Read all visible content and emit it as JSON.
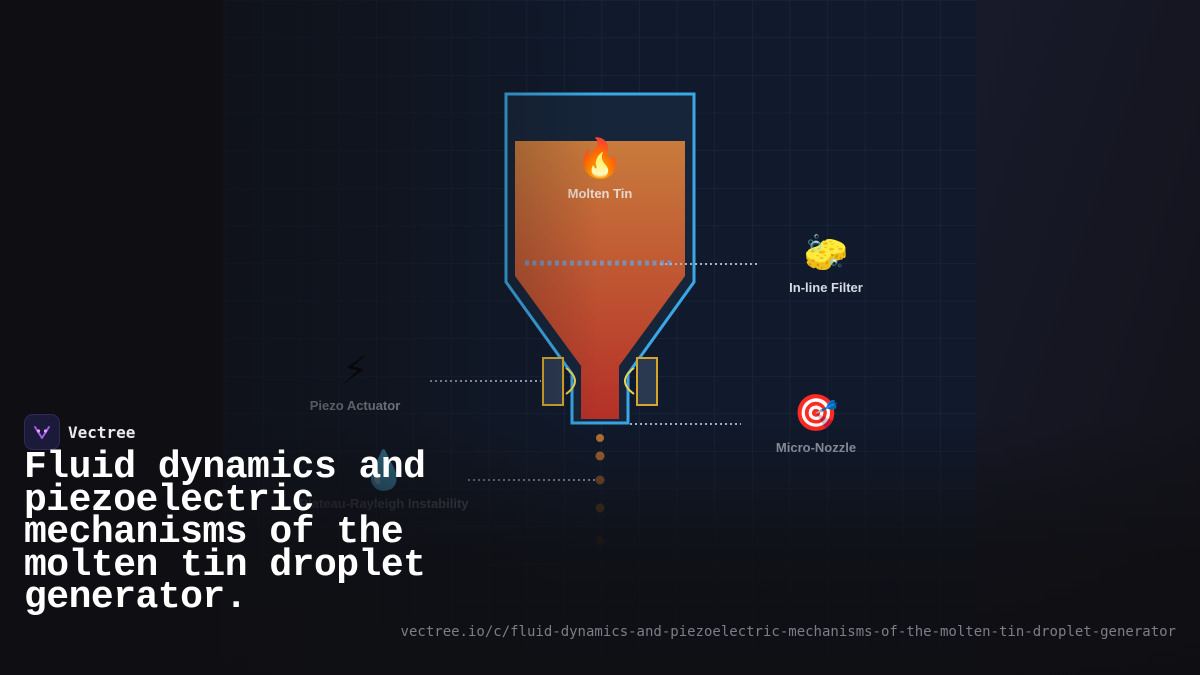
{
  "brand": {
    "name": "Vectree",
    "logo_icon": "vectree-logo-icon"
  },
  "headline": "Fluid dynamics and piezoelectric mechanisms of the molten tin droplet generator.",
  "url": "vectree.io/c/fluid-dynamics-and-piezoelectric-mechanisms-of-the-molten-tin-droplet-generator",
  "diagram": {
    "labels": {
      "molten_tin": "Molten Tin",
      "filter": "In-line Filter",
      "piezo": "Piezo Actuator",
      "nozzle": "Micro-Nozzle",
      "instability": "Plateau-Rayleigh Instability"
    },
    "icons": {
      "molten_tin": "🔥",
      "filter": "🧽",
      "piezo": "⚡",
      "nozzle": "🎯",
      "instability": "💧"
    },
    "colors": {
      "reservoir_outline": "#3aa8e6",
      "tin_top": "#c97b3c",
      "tin_bottom": "#b53028",
      "piezo_outline": "#d4a72c",
      "grid": "#1c2a42",
      "panel": "#101a2c"
    }
  }
}
